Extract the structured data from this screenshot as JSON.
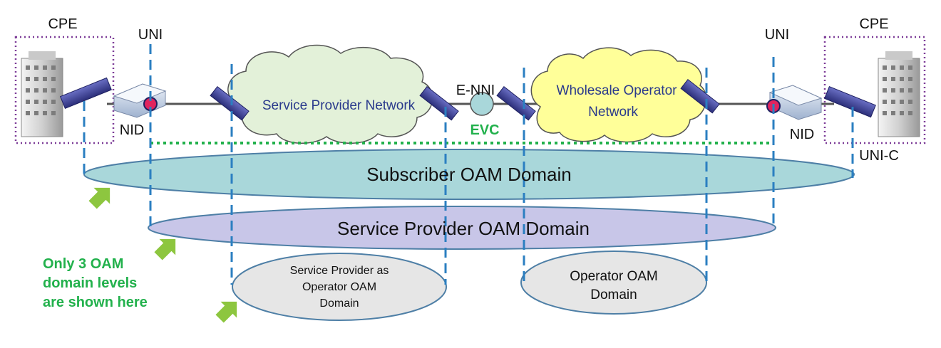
{
  "labels": {
    "cpe_left": "CPE",
    "cpe_right": "CPE",
    "uni_left": "UNI",
    "uni_right": "UNI",
    "nid_left": "NID",
    "nid_right": "NID",
    "uni_c": "UNI-C",
    "enni": "E-NNI",
    "evc": "EVC",
    "service_provider_network": "Service Provider Network",
    "wholesale_line1": "Wholesale Operator",
    "wholesale_line2": "Network"
  },
  "domains": {
    "subscriber": "Subscriber OAM Domain",
    "service_provider": "Service Provider OAM Domain",
    "sp_operator_line1": "Service Provider as",
    "sp_operator_line2": "Operator OAM",
    "sp_operator_line3": "Domain",
    "operator_line1": "Operator OAM",
    "operator_line2": "Domain"
  },
  "note": {
    "line1": "Only 3 OAM",
    "line2": "domain levels",
    "line3": "are shown here"
  },
  "colors": {
    "dashed_blue": "#2b7fc1",
    "evc_green": "#22b14c",
    "cpe_purple": "#7d3c98",
    "cloud_sp": "#e3f1d9",
    "cloud_wholesale": "#ffff99",
    "subscriber_fill": "#a9d7da",
    "sp_domain_fill": "#c8c6e8",
    "op_domain_fill": "#e6e6e6",
    "arrow_green": "#8dc63f",
    "uni_dot": "#e0245e"
  }
}
